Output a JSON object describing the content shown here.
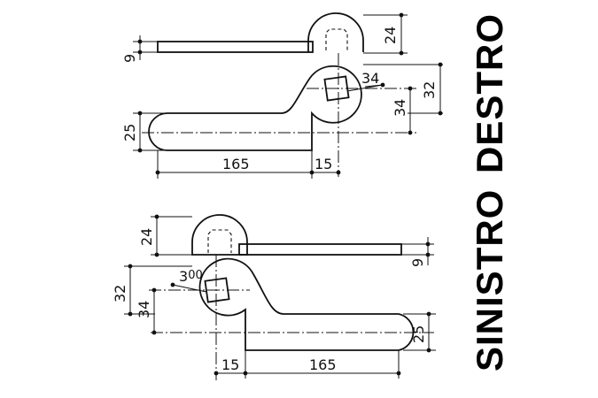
{
  "labels": {
    "right": "DESTRO",
    "left": "SINISTRO"
  },
  "dimensions": {
    "plate_thickness": "9",
    "knuckle_height": "24",
    "pivot_to_plate": "32",
    "pivot_to_arm": "34",
    "square_size": "34",
    "square_size_left": "3",
    "square_size_left_sup": "00",
    "arm_width": "25",
    "arm_length": "165",
    "pivot_offset": "15"
  }
}
